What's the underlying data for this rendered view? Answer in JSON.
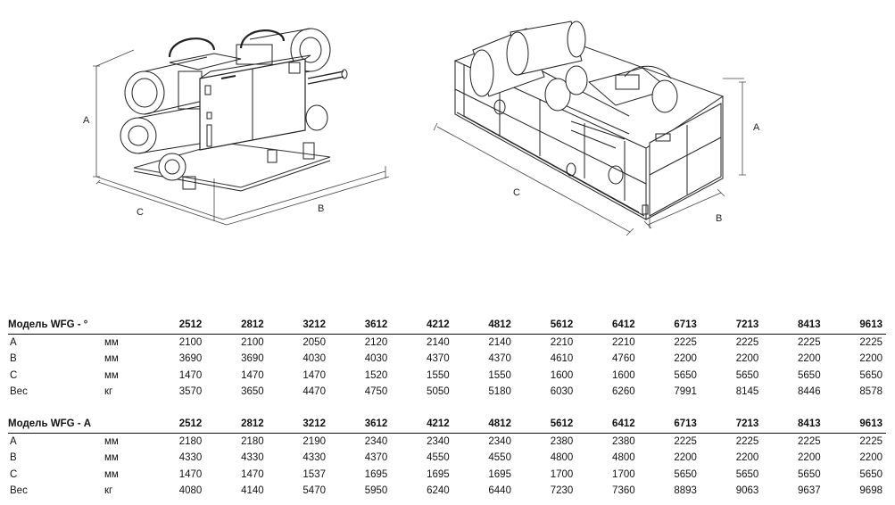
{
  "figures": {
    "left": {
      "dim_a": "A",
      "dim_b": "B",
      "dim_c": "C"
    },
    "right": {
      "dim_a": "A",
      "dim_b": "B",
      "dim_c": "C"
    }
  },
  "tables": [
    {
      "title": "Модель WFG - °",
      "models": [
        "2512",
        "2812",
        "3212",
        "3612",
        "4212",
        "4812",
        "5612",
        "6412",
        "6713",
        "7213",
        "8413",
        "9613"
      ],
      "rows": [
        {
          "param": "A",
          "unit": "мм",
          "values": [
            "2100",
            "2100",
            "2050",
            "2120",
            "2140",
            "2140",
            "2210",
            "2210",
            "2225",
            "2225",
            "2225",
            "2225"
          ]
        },
        {
          "param": "B",
          "unit": "мм",
          "values": [
            "3690",
            "3690",
            "4030",
            "4030",
            "4370",
            "4370",
            "4610",
            "4760",
            "2200",
            "2200",
            "2200",
            "2200"
          ]
        },
        {
          "param": "C",
          "unit": "мм",
          "values": [
            "1470",
            "1470",
            "1470",
            "1520",
            "1550",
            "1550",
            "1600",
            "1600",
            "5650",
            "5650",
            "5650",
            "5650"
          ]
        },
        {
          "param": "Вес",
          "unit": "кг",
          "values": [
            "3570",
            "3650",
            "4470",
            "4750",
            "5050",
            "5180",
            "6030",
            "6260",
            "7991",
            "8145",
            "8446",
            "8578"
          ]
        }
      ]
    },
    {
      "title": "Модель WFG - А",
      "models": [
        "2512",
        "2812",
        "3212",
        "3612",
        "4212",
        "4812",
        "5612",
        "6412",
        "6713",
        "7213",
        "8413",
        "9613"
      ],
      "rows": [
        {
          "param": "A",
          "unit": "мм",
          "values": [
            "2180",
            "2180",
            "2190",
            "2340",
            "2340",
            "2340",
            "2380",
            "2380",
            "2225",
            "2225",
            "2225",
            "2225"
          ]
        },
        {
          "param": "B",
          "unit": "мм",
          "values": [
            "4330",
            "4330",
            "4330",
            "4370",
            "4550",
            "4550",
            "4800",
            "4800",
            "2200",
            "2200",
            "2200",
            "2200"
          ]
        },
        {
          "param": "C",
          "unit": "мм",
          "values": [
            "1470",
            "1470",
            "1537",
            "1695",
            "1695",
            "1695",
            "1700",
            "1700",
            "5650",
            "5650",
            "5650",
            "5650"
          ]
        },
        {
          "param": "Вес",
          "unit": "кг",
          "values": [
            "4080",
            "4140",
            "5470",
            "5950",
            "6240",
            "6440",
            "7230",
            "7360",
            "8893",
            "9063",
            "9637",
            "9698"
          ]
        }
      ]
    }
  ]
}
